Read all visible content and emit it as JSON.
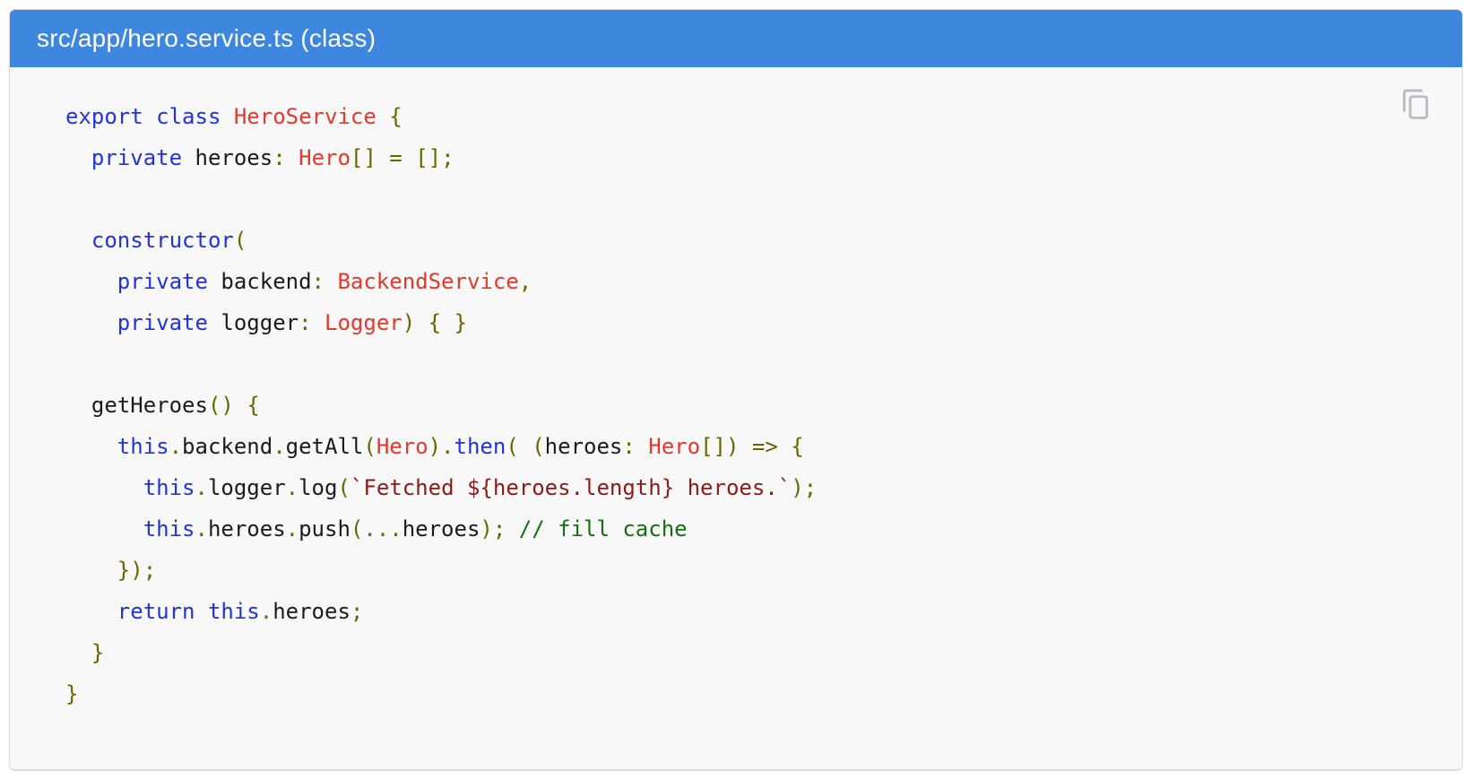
{
  "header": {
    "title": "src/app/hero.service.ts (class)"
  },
  "copy_button": {
    "aria_label": "Copy code snippet",
    "icon": "copy-icon"
  },
  "colors": {
    "header_bg": "#3d87de",
    "title_color": "#ffffff",
    "panel_bg": "#f8f8f8",
    "border": "#dcdcdc",
    "plain": "#1b1b1b",
    "keyword": "#2233dd",
    "type": "#e5392c",
    "punctuation": "#666600",
    "string": "#8b1b1b",
    "comment": "#166e16",
    "icon": "#b6bdc4"
  },
  "code": {
    "language": "typescript",
    "token_legend": {
      "k": "keyword",
      "t": "type",
      "p": "punctuation",
      "s": "string",
      "c": "comment",
      "n": "plain"
    },
    "lines": [
      [
        [
          "k",
          "export"
        ],
        [
          "n",
          " "
        ],
        [
          "k",
          "class"
        ],
        [
          "n",
          " "
        ],
        [
          "t",
          "HeroService"
        ],
        [
          "n",
          " "
        ],
        [
          "p",
          "{"
        ]
      ],
      [
        [
          "n",
          "  "
        ],
        [
          "k",
          "private"
        ],
        [
          "n",
          " heroes"
        ],
        [
          "p",
          ":"
        ],
        [
          "n",
          " "
        ],
        [
          "t",
          "Hero"
        ],
        [
          "p",
          "[]"
        ],
        [
          "n",
          " "
        ],
        [
          "p",
          "="
        ],
        [
          "n",
          " "
        ],
        [
          "p",
          "[];"
        ]
      ],
      [],
      [
        [
          "n",
          "  "
        ],
        [
          "k",
          "constructor"
        ],
        [
          "p",
          "("
        ]
      ],
      [
        [
          "n",
          "    "
        ],
        [
          "k",
          "private"
        ],
        [
          "n",
          " backend"
        ],
        [
          "p",
          ":"
        ],
        [
          "n",
          " "
        ],
        [
          "t",
          "BackendService"
        ],
        [
          "p",
          ","
        ]
      ],
      [
        [
          "n",
          "    "
        ],
        [
          "k",
          "private"
        ],
        [
          "n",
          " logger"
        ],
        [
          "p",
          ":"
        ],
        [
          "n",
          " "
        ],
        [
          "t",
          "Logger"
        ],
        [
          "p",
          ")"
        ],
        [
          "n",
          " "
        ],
        [
          "p",
          "{"
        ],
        [
          "n",
          " "
        ],
        [
          "p",
          "}"
        ]
      ],
      [],
      [
        [
          "n",
          "  getHeroes"
        ],
        [
          "p",
          "()"
        ],
        [
          "n",
          " "
        ],
        [
          "p",
          "{"
        ]
      ],
      [
        [
          "n",
          "    "
        ],
        [
          "k",
          "this"
        ],
        [
          "p",
          "."
        ],
        [
          "n",
          "backend"
        ],
        [
          "p",
          "."
        ],
        [
          "n",
          "getAll"
        ],
        [
          "p",
          "("
        ],
        [
          "t",
          "Hero"
        ],
        [
          "p",
          ")."
        ],
        [
          "k",
          "then"
        ],
        [
          "p",
          "("
        ],
        [
          "n",
          " "
        ],
        [
          "p",
          "("
        ],
        [
          "n",
          "heroes"
        ],
        [
          "p",
          ":"
        ],
        [
          "n",
          " "
        ],
        [
          "t",
          "Hero"
        ],
        [
          "p",
          "[])"
        ],
        [
          "n",
          " "
        ],
        [
          "p",
          "=>"
        ],
        [
          "n",
          " "
        ],
        [
          "p",
          "{"
        ]
      ],
      [
        [
          "n",
          "      "
        ],
        [
          "k",
          "this"
        ],
        [
          "p",
          "."
        ],
        [
          "n",
          "logger"
        ],
        [
          "p",
          "."
        ],
        [
          "n",
          "log"
        ],
        [
          "p",
          "("
        ],
        [
          "s",
          "`Fetched ${heroes.length} heroes.`"
        ],
        [
          "p",
          ");"
        ]
      ],
      [
        [
          "n",
          "      "
        ],
        [
          "k",
          "this"
        ],
        [
          "p",
          "."
        ],
        [
          "n",
          "heroes"
        ],
        [
          "p",
          "."
        ],
        [
          "n",
          "push"
        ],
        [
          "p",
          "(..."
        ],
        [
          "n",
          "heroes"
        ],
        [
          "p",
          ");"
        ],
        [
          "n",
          " "
        ],
        [
          "c",
          "// fill cache"
        ]
      ],
      [
        [
          "n",
          "    "
        ],
        [
          "p",
          "});"
        ]
      ],
      [
        [
          "n",
          "    "
        ],
        [
          "k",
          "return"
        ],
        [
          "n",
          " "
        ],
        [
          "k",
          "this"
        ],
        [
          "p",
          "."
        ],
        [
          "n",
          "heroes"
        ],
        [
          "p",
          ";"
        ]
      ],
      [
        [
          "n",
          "  "
        ],
        [
          "p",
          "}"
        ]
      ],
      [
        [
          "p",
          "}"
        ]
      ]
    ]
  }
}
